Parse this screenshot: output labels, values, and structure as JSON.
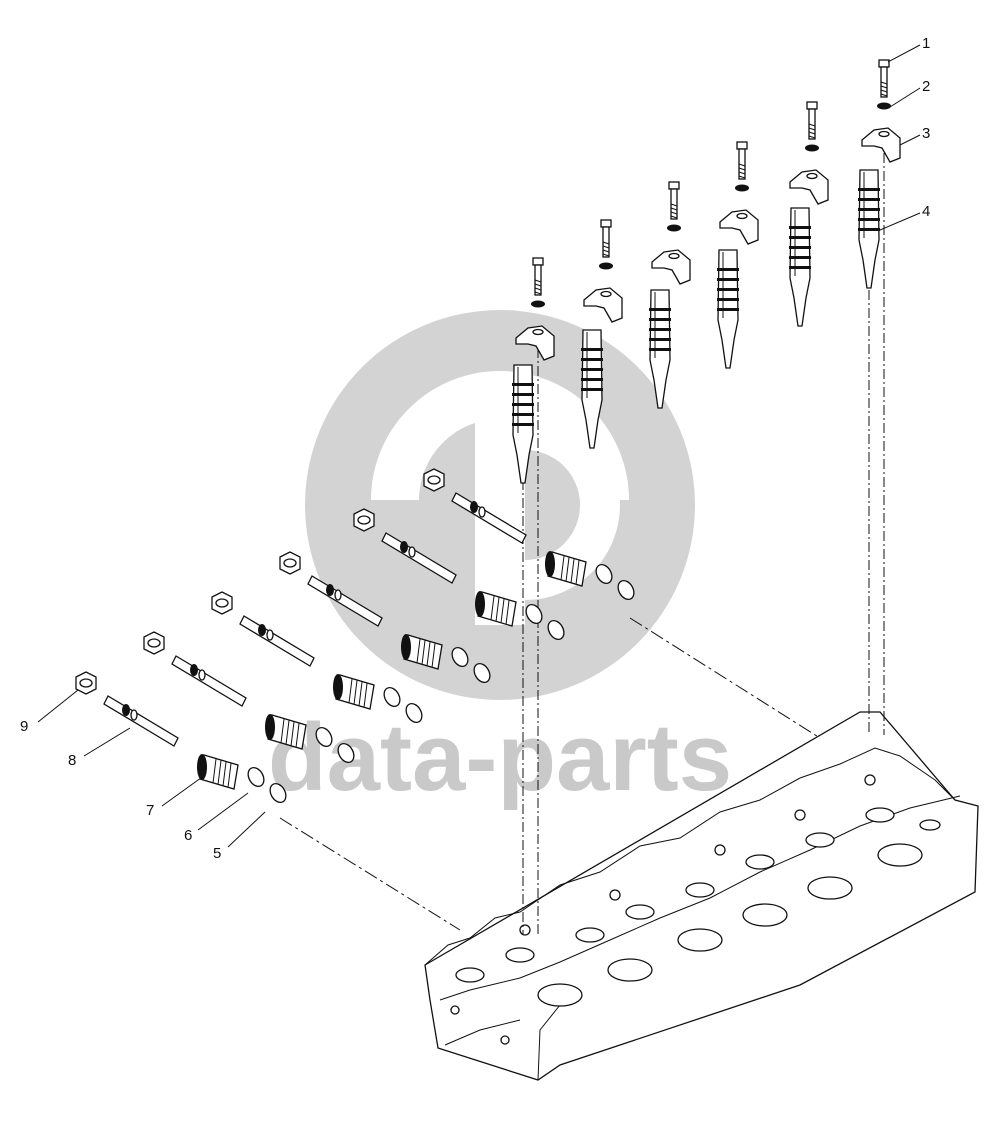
{
  "watermark": {
    "text": "data-parts",
    "color": "#c9c9c9"
  },
  "callouts": [
    {
      "number": "1"
    },
    {
      "number": "2"
    },
    {
      "number": "3"
    },
    {
      "number": "4"
    },
    {
      "number": "5"
    },
    {
      "number": "6"
    },
    {
      "number": "7"
    },
    {
      "number": "8"
    },
    {
      "number": "9"
    }
  ],
  "line_color": "#111111"
}
